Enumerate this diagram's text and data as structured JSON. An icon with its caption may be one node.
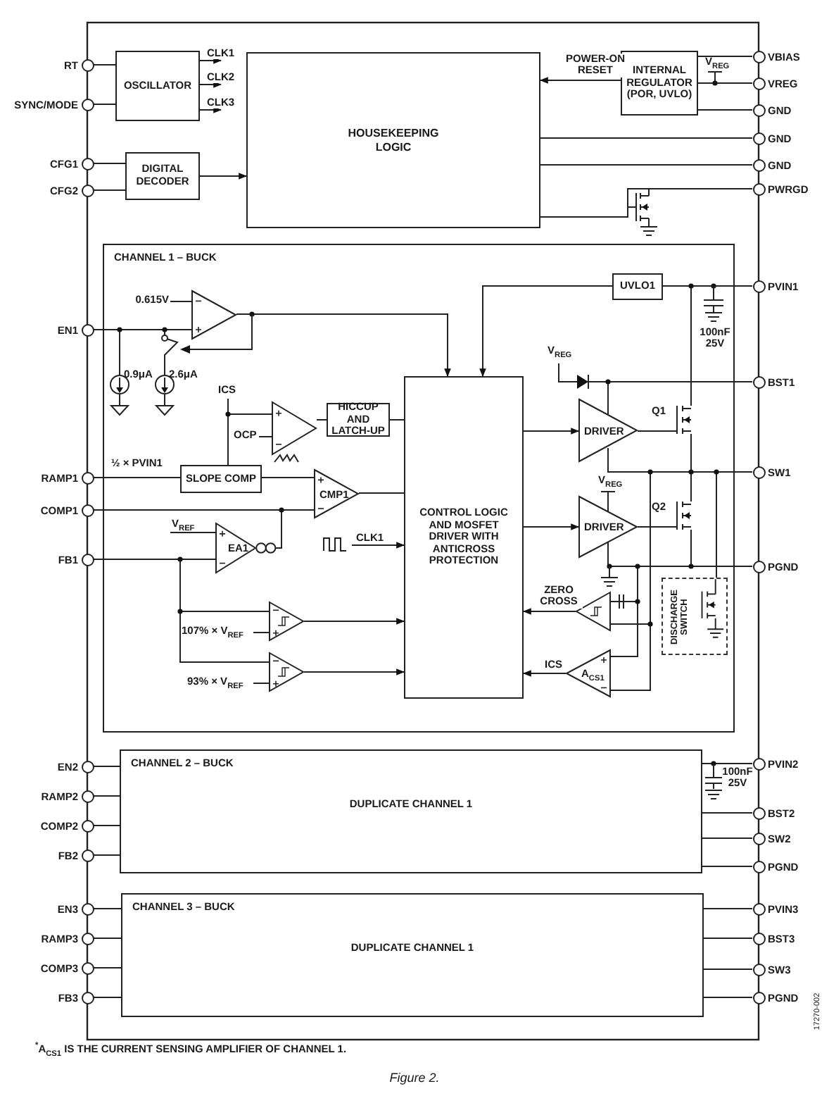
{
  "diagram": {
    "caption": "Figure 2.",
    "nodes": [
      {
        "text": [
          "OSCILLATOR"
        ]
      },
      {
        "text": [
          "DIGITAL DECODER"
        ]
      },
      {
        "text": [
          "HOUSEKEEPING LOGIC"
        ]
      },
      {
        "text": [
          "INTERNAL REGULATOR (POR, UVLO)"
        ]
      },
      {
        "text": [
          "CHANNEL 1 – BUCK"
        ]
      },
      {
        "text": [
          "UVLO1"
        ],
        "in": 4
      },
      {
        "text": [
          "CONTROL LOGIC AND MOSFET DRIVER WITH ANTICROSS PROTECTION"
        ],
        "in": 4
      },
      {
        "text": [
          "HICCUP AND LATCH-UP"
        ],
        "in": 4
      },
      {
        "text": [
          "SLOPE COMP"
        ],
        "in": 4
      },
      {
        "text": [
          "CMP1"
        ],
        "in": 4
      },
      {
        "text": [
          "EA1"
        ],
        "in": 4
      },
      {
        "text": [
          "DRIVER"
        ],
        "in": 4
      },
      {
        "text": [
          "DRIVER"
        ],
        "in": 4
      },
      {
        "text": [
          "A$_{CS1}$"
        ],
        "in": 4
      },
      {
        "text": [],
        "shape": "triangle",
        "in": 4
      },
      {
        "text": [],
        "shape": "triangle",
        "in": 4
      },
      {
        "text": [],
        "shape": "triangle",
        "in": 4
      },
      {
        "text": [],
        "shape": "triangle",
        "in": 4
      },
      {
        "text": [],
        "shape": "triangle",
        "in": 4
      },
      {
        "text": [
          "CHANNEL 2 – BUCK",
          "DUPLICATE CHANNEL 1"
        ]
      },
      {
        "text": [
          "CHANNEL 3 – BUCK",
          "DUPLICATE CHANNEL 1"
        ]
      },
      {
        "text": [
          "RT"
        ]
      },
      {
        "text": [
          "SYNC/MODE"
        ]
      },
      {
        "text": [
          "CFG1"
        ]
      },
      {
        "text": [
          "CFG2"
        ]
      },
      {
        "text": [
          "EN1"
        ]
      },
      {
        "text": [
          "RAMP1"
        ]
      },
      {
        "text": [
          "COMP1"
        ]
      },
      {
        "text": [
          "FB1"
        ]
      },
      {
        "text": [
          "EN2"
        ]
      },
      {
        "text": [
          "RAMP2"
        ]
      },
      {
        "text": [
          "COMP2"
        ]
      },
      {
        "text": [
          "FB2"
        ]
      },
      {
        "text": [
          "EN3"
        ]
      },
      {
        "text": [
          "RAMP3"
        ]
      },
      {
        "text": [
          "COMP3"
        ]
      },
      {
        "text": [
          "FB3"
        ]
      },
      {
        "text": [
          "VBIAS"
        ]
      },
      {
        "text": [
          "VREG"
        ]
      },
      {
        "text": [
          "GND"
        ]
      },
      {
        "text": [
          "GND"
        ]
      },
      {
        "text": [
          "GND"
        ]
      },
      {
        "text": [
          "PWRGD"
        ]
      },
      {
        "text": [
          "PVIN1"
        ]
      },
      {
        "text": [
          "BST1"
        ]
      },
      {
        "text": [
          "SW1"
        ]
      },
      {
        "text": [
          "PGND"
        ]
      },
      {
        "text": [
          "PVIN2"
        ]
      },
      {
        "text": [
          "BST2"
        ]
      },
      {
        "text": [
          "SW2"
        ]
      },
      {
        "text": [
          "PGND"
        ]
      },
      {
        "text": [
          "PVIN3"
        ]
      },
      {
        "text": [
          "BST3"
        ]
      },
      {
        "text": [
          "SW3"
        ]
      },
      {
        "text": [
          "PGND"
        ]
      },
      {
        "text": [
          "Q1"
        ],
        "in": 4
      },
      {
        "text": [
          "Q2"
        ],
        "in": 4
      },
      {
        "text": [
          "DISCHARGE SWITCH"
        ],
        "in": 4
      },
      {
        "text": [],
        "shape": "circle",
        "in": 4,
        "beside": [
          "0.9μA"
        ]
      },
      {
        "text": [],
        "shape": "circle",
        "in": 4,
        "beside": [
          "2.6μA"
        ]
      }
    ],
    "edges": [
      {
        "from": 21,
        "to": 0,
        "arrow": "none"
      },
      {
        "from": 22,
        "to": 0,
        "arrow": "none"
      },
      {
        "from": 23,
        "to": 1,
        "arrow": "none"
      },
      {
        "from": 24,
        "to": 1,
        "arrow": "none"
      },
      {
        "from": 1,
        "to": 2,
        "arrow": "to"
      },
      {
        "from": 0,
        "to": null,
        "arrow": "to",
        "label": "CLK1"
      },
      {
        "from": 0,
        "to": null,
        "arrow": "to",
        "label": "CLK2"
      },
      {
        "from": 0,
        "to": null,
        "arrow": "to",
        "label": "CLK3"
      },
      {
        "from": 3,
        "to": 2,
        "arrow": "to",
        "label": "POWER-ON RESET"
      },
      {
        "from": 37,
        "to": 3,
        "arrow": "none"
      },
      {
        "from": 38,
        "to": 3,
        "arrow": "none"
      },
      {
        "from": 39,
        "to": 3,
        "arrow": "none"
      },
      {
        "from": 2,
        "to": 40,
        "arrow": "none"
      },
      {
        "from": 2,
        "to": 41,
        "arrow": "none"
      },
      {
        "from": 2,
        "to": 42,
        "arrow": "none"
      },
      {
        "from": 25,
        "to": 15,
        "arrow": "none"
      },
      {
        "from": 15,
        "to": 6,
        "arrow": "to"
      },
      {
        "from": 5,
        "to": 6,
        "arrow": "to"
      },
      {
        "from": 43,
        "to": 5,
        "arrow": "none"
      },
      {
        "from": 16,
        "to": 7,
        "arrow": "none"
      },
      {
        "from": 7,
        "to": 6,
        "arrow": "none"
      },
      {
        "from": 26,
        "to": 8,
        "arrow": "none"
      },
      {
        "from": 8,
        "to": 9,
        "arrow": "none"
      },
      {
        "from": 27,
        "to": 9,
        "arrow": "none"
      },
      {
        "from": 9,
        "to": 6,
        "arrow": "none"
      },
      {
        "from": 28,
        "to": 10,
        "arrow": "none"
      },
      {
        "from": 10,
        "to": 9,
        "arrow": "other"
      },
      {
        "from": 28,
        "to": 17,
        "arrow": "none"
      },
      {
        "from": 28,
        "to": 18,
        "arrow": "none"
      },
      {
        "from": 17,
        "to": 6,
        "arrow": "to"
      },
      {
        "from": 18,
        "to": 6,
        "arrow": "to"
      },
      {
        "from": null,
        "to": 6,
        "arrow": "to",
        "label": "CLK1"
      },
      {
        "from": 6,
        "to": 11,
        "arrow": "to"
      },
      {
        "from": 6,
        "to": 12,
        "arrow": "to"
      },
      {
        "from": 14,
        "to": 6,
        "arrow": "to",
        "label": "ZERO CROSS"
      },
      {
        "from": 13,
        "to": 6,
        "arrow": "to",
        "label": "ICS"
      },
      {
        "from": 44,
        "to": 11,
        "arrow": "none"
      },
      {
        "from": 11,
        "to": 45,
        "arrow": "none"
      },
      {
        "from": 12,
        "to": 46,
        "arrow": "none"
      },
      {
        "from": 29,
        "to": 19,
        "arrow": "none"
      },
      {
        "from": 30,
        "to": 19,
        "arrow": "none"
      },
      {
        "from": 31,
        "to": 19,
        "arrow": "none"
      },
      {
        "from": 32,
        "to": 19,
        "arrow": "none"
      },
      {
        "from": 19,
        "to": 47,
        "arrow": "none"
      },
      {
        "from": 19,
        "to": 48,
        "arrow": "none"
      },
      {
        "from": 19,
        "to": 49,
        "arrow": "none"
      },
      {
        "from": 19,
        "to": 50,
        "arrow": "none"
      },
      {
        "from": 33,
        "to": 20,
        "arrow": "none"
      },
      {
        "from": 34,
        "to": 20,
        "arrow": "none"
      },
      {
        "from": 35,
        "to": 20,
        "arrow": "none"
      },
      {
        "from": 36,
        "to": 20,
        "arrow": "none"
      },
      {
        "from": 20,
        "to": 51,
        "arrow": "none"
      },
      {
        "from": 20,
        "to": 52,
        "arrow": "none"
      },
      {
        "from": 20,
        "to": 53,
        "arrow": "none"
      },
      {
        "from": 20,
        "to": 54,
        "arrow": "none"
      },
      {
        "from": 57,
        "to": 45,
        "arrow": "none"
      },
      {
        "from": 11,
        "to": 55,
        "arrow": "none"
      },
      {
        "from": 55,
        "to": 43,
        "arrow": "none"
      },
      {
        "from": 55,
        "to": 45,
        "arrow": "none"
      },
      {
        "from": 12,
        "to": 56,
        "arrow": "none"
      },
      {
        "from": 56,
        "to": 45,
        "arrow": "none"
      },
      {
        "from": 56,
        "to": 46,
        "arrow": "none"
      },
      {
        "from": 13,
        "to": 46,
        "arrow": "none"
      },
      {
        "from": 13,
        "to": 45,
        "arrow": "none"
      },
      {
        "from": 14,
        "to": 45,
        "arrow": "none"
      },
      {
        "from": 14,
        "to": 46,
        "arrow": "none"
      },
      {
        "from": 8,
        "to": 16,
        "arrow": "none"
      },
      {
        "from": 25,
        "to": 58,
        "arrow": "none"
      },
      {
        "from": 25,
        "to": 59,
        "arrow": "none"
      }
    ],
    "labels": [
      "0.615V",
      "ICS",
      "OCP",
      "½ × PVIN1",
      "V$_{REF}$",
      "107% × V$_{REF}$",
      "93% × V$_{REF}$",
      "V$_{REG}$",
      "100nF 25V",
      "V$_{REG}$",
      "V$_{REG}$",
      "100nF 25V",
      "$^{*}$A$_{CS1}$ IS THE CURRENT SENSING AMPLIFIER OF CHANNEL 1.",
      "17270-002"
    ]
  }
}
